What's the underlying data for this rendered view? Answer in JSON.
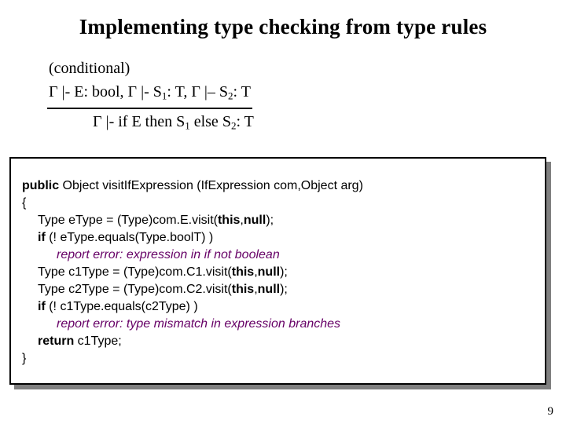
{
  "slide": {
    "title": "Implementing type checking from type rules",
    "page_number": "9"
  },
  "type_rule": {
    "label": "(conditional)",
    "premise": "Γ |- E: bool, Γ |- S₁: T, Γ |– S₂: T",
    "premise_parts": {
      "a": "Γ |- E: bool, Γ |- S",
      "sub1": "1",
      "b": ": T, Γ |– S",
      "sub2": "2",
      "c": ": T"
    },
    "conclusion_parts": {
      "a": "Γ |- if E then S",
      "sub1": "1",
      "b": " else S",
      "sub2": "2",
      "c": ": T"
    }
  },
  "code": {
    "language": "java",
    "error_color": "#660066",
    "lines": [
      {
        "id": "signature",
        "indent": 0,
        "segments": [
          {
            "text": "public",
            "bold": true,
            "style": "keyword"
          },
          {
            "text": " Object visitIfExpression (IfExpression com,Object arg)",
            "bold": false,
            "style": "plain"
          }
        ]
      },
      {
        "id": "open-brace",
        "indent": 0,
        "segments": [
          {
            "text": "{",
            "bold": false,
            "style": "plain"
          }
        ]
      },
      {
        "id": "etype-decl",
        "indent": 1,
        "segments": [
          {
            "text": "Type eType = (Type)com.E.visit(",
            "bold": false,
            "style": "plain"
          },
          {
            "text": "this",
            "bold": true,
            "style": "keyword"
          },
          {
            "text": ",",
            "bold": false,
            "style": "plain"
          },
          {
            "text": "null",
            "bold": true,
            "style": "keyword"
          },
          {
            "text": ");",
            "bold": false,
            "style": "plain"
          }
        ]
      },
      {
        "id": "if-booltest",
        "indent": 1,
        "segments": [
          {
            "text": "if",
            "bold": true,
            "style": "keyword"
          },
          {
            "text": " (! eType.equals(Type.boolT) )",
            "bold": false,
            "style": "plain"
          }
        ]
      },
      {
        "id": "error-not-boolean",
        "indent": 2,
        "segments": [
          {
            "text": "report error: expression in if not boolean",
            "bold": false,
            "style": "error"
          }
        ]
      },
      {
        "id": "c1type-decl",
        "indent": 1,
        "segments": [
          {
            "text": "Type c1Type = (Type)com.C1.visit(",
            "bold": false,
            "style": "plain"
          },
          {
            "text": "this",
            "bold": true,
            "style": "keyword"
          },
          {
            "text": ",",
            "bold": false,
            "style": "plain"
          },
          {
            "text": "null",
            "bold": true,
            "style": "keyword"
          },
          {
            "text": ");",
            "bold": false,
            "style": "plain"
          }
        ]
      },
      {
        "id": "c2type-decl",
        "indent": 1,
        "segments": [
          {
            "text": "Type c2Type = (Type)com.C2.visit(",
            "bold": false,
            "style": "plain"
          },
          {
            "text": "this",
            "bold": true,
            "style": "keyword"
          },
          {
            "text": ",",
            "bold": false,
            "style": "plain"
          },
          {
            "text": "null",
            "bold": true,
            "style": "keyword"
          },
          {
            "text": ");",
            "bold": false,
            "style": "plain"
          }
        ]
      },
      {
        "id": "if-branchtest",
        "indent": 1,
        "segments": [
          {
            "text": "if",
            "bold": true,
            "style": "keyword"
          },
          {
            "text": " (! c1Type.equals(c2Type) )",
            "bold": false,
            "style": "plain"
          }
        ]
      },
      {
        "id": "error-type-mismatch",
        "indent": 2,
        "segments": [
          {
            "text": "report error: type mismatch in expression branches",
            "bold": false,
            "style": "error"
          }
        ]
      },
      {
        "id": "return-stmt",
        "indent": 1,
        "segments": [
          {
            "text": "return",
            "bold": true,
            "style": "keyword"
          },
          {
            "text": " c1Type;",
            "bold": false,
            "style": "plain"
          }
        ]
      },
      {
        "id": "close-brace",
        "indent": 0,
        "segments": [
          {
            "text": "}",
            "bold": false,
            "style": "plain"
          }
        ]
      }
    ]
  }
}
